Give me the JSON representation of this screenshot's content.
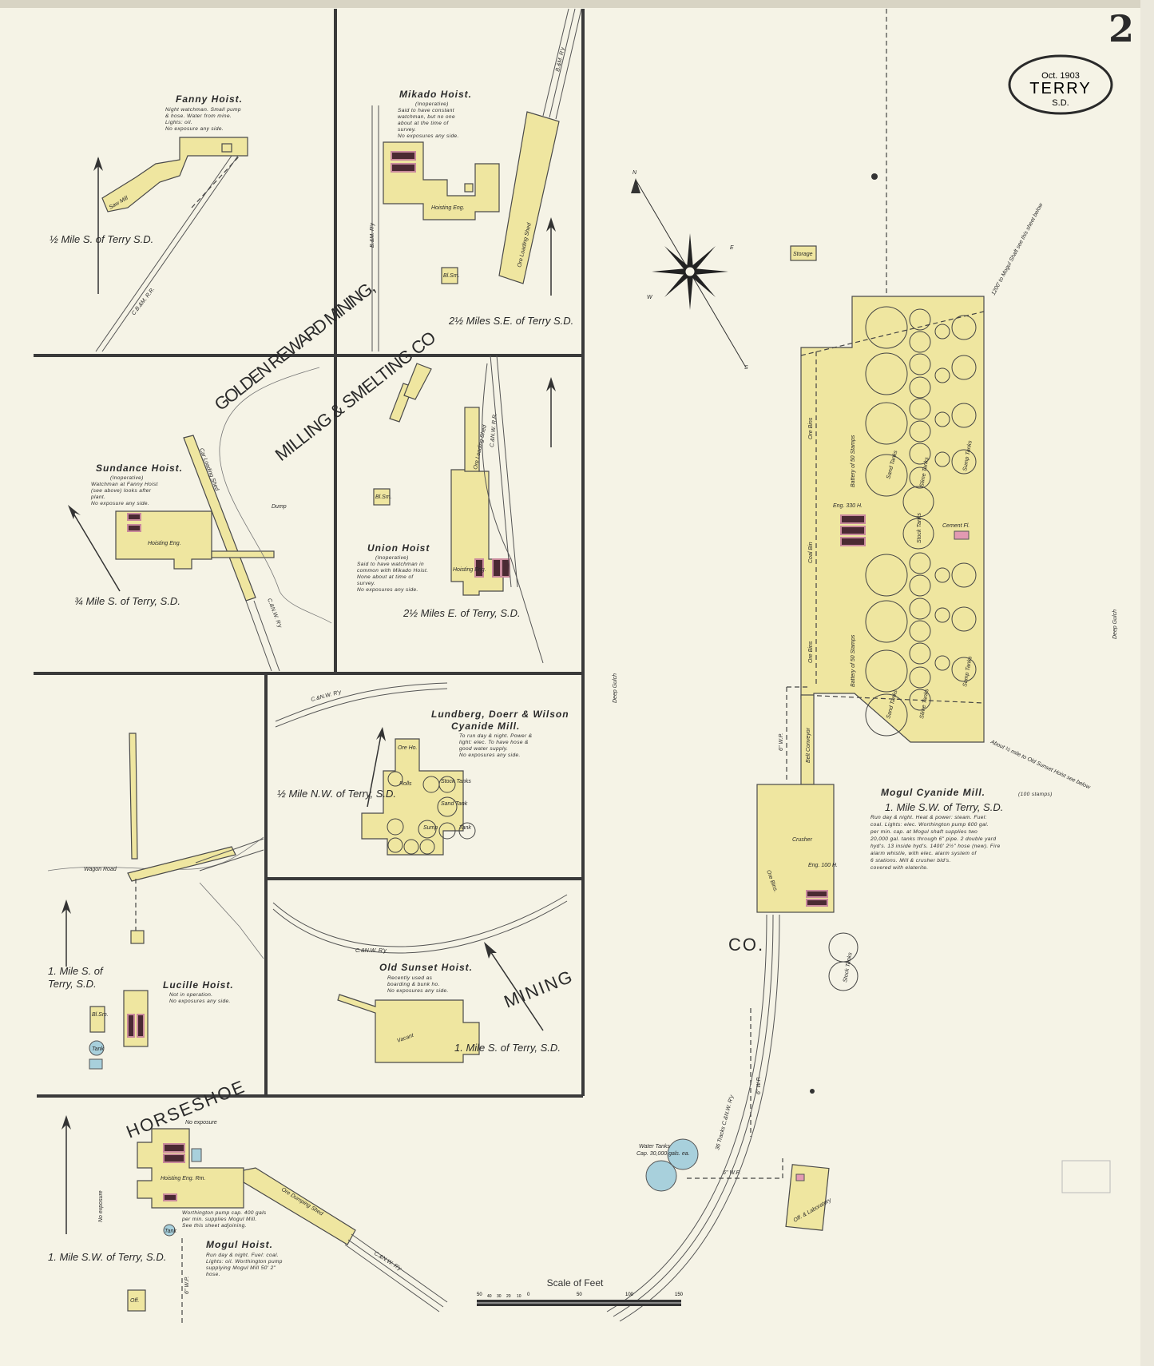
{
  "sheet": {
    "number": "2",
    "date": "Oct. 1903",
    "town": "TERRY",
    "state": "S.D."
  },
  "company_labels": {
    "golden_reward_1": "GOLDEN REWARD MINING,",
    "golden_reward_2": "MILLING & SMELTING CO",
    "horseshoe": "HORSESHOE",
    "horseshoe_mining": "MINING",
    "horseshoe_co": "CO."
  },
  "insets": [
    {
      "title": "Fanny Hoist.",
      "notes": [
        "Night watchman. Small pump",
        "& hose. Water from mine.",
        "Lights: oil.",
        "No exposure any side."
      ],
      "location": "½ Mile S. of Terry S.D.",
      "labels": [
        "Saw Mill",
        "C.B.&M. R.R."
      ]
    },
    {
      "title": "Mikado Hoist.",
      "notes": [
        "(Inoperative)",
        "Said to have constant",
        "watchman, but no one",
        "about at the time of",
        "survey.",
        "No exposures any side."
      ],
      "location": "2½ Miles S.E. of Terry S.D.",
      "labels": [
        "Ore Loading Shed",
        "B.&M. R'y",
        "Bl.Sm.",
        "Hoisting Eng."
      ]
    },
    {
      "title": "Sundance Hoist.",
      "notes": [
        "(Inoperative)",
        "Watchman at Fanny Hoist",
        "(see above) looks after",
        "plant.",
        "No exposure any side."
      ],
      "location": "¾ Mile S. of Terry, S.D.",
      "labels": [
        "Car Loading Shed",
        "Dump",
        "C.&N.W. R'y",
        "Hoisting Eng."
      ]
    },
    {
      "title": "Union Hoist",
      "notes": [
        "(Inoperative)",
        "Said to have watchman in",
        "common with Mikado Hoist.",
        "None about at time of",
        "survey.",
        "No exposures any side."
      ],
      "location": "2½ Miles E. of Terry, S.D.",
      "labels": [
        "Ore Loading Shed",
        "C.&N.W. R.R.",
        "Bl.Sm.",
        "Hoisting Eng."
      ]
    },
    {
      "title": "Lundberg, Doerr & Wilson",
      "subtitle": "Cyanide Mill.",
      "notes": [
        "To run day & night. Power &",
        "light: elec. To have hose &",
        "good water supply.",
        "No exposures any side."
      ],
      "location": "½ Mile N.W. of Terry, S.D.",
      "labels": [
        "Ore Ho.",
        "Rolls",
        "Stock Tanks",
        "Sand Tank",
        "Sump",
        "Tank",
        "C.&N.W. R'y"
      ]
    },
    {
      "title": "Lucille Hoist.",
      "notes": [
        "Not in operation.",
        "No exposures any side."
      ],
      "location_1": "1. Mile S. of",
      "location_2": "Terry, S.D.",
      "labels": [
        "Wagon Road",
        "Bl.Sm.",
        "Tank"
      ]
    },
    {
      "title": "Old Sunset Hoist.",
      "notes": [
        "Recently used as",
        "boarding & bunk ho.",
        "No exposures any side."
      ],
      "location": "1. Mile S. of Terry, S.D.",
      "labels": [
        "Vacant",
        "C.&N.W. R'y"
      ]
    },
    {
      "title": "Mogul Hoist.",
      "notes": [
        "Run day & night. Fuel: coal.",
        "Lights: oil. Worthington pump",
        "supplying Mogul Mill 50' 2\"",
        "hose."
      ],
      "location": "1. Mile S.W. of Terry, S.D.",
      "pump_note": [
        "Worthington pump cap. 400 gals",
        "per min. supplies Mogul Mill.",
        "See this sheet adjoining."
      ],
      "labels": [
        "Ore Dumping Shed",
        "No exposure",
        "No exposure",
        "Hoisting Eng. Rm.",
        "Off.",
        "C.&N.W. R'y",
        "Tank",
        "6\" W.P."
      ]
    }
  ],
  "mogul_mill": {
    "title": "Mogul Cyanide Mill.",
    "stamps": "(100 stamps)",
    "location": "1. Mile S.W. of Terry, S.D.",
    "notes": [
      "Run day & night. Heat & power: steam. Fuel:",
      "coal. Lights: elec. Worthington pump 600 gal.",
      "per min. cap. at Mogul shaft supplies two",
      "20,000 gal. tanks through 6\" pipe. 2 double yard",
      "hyd's. 13 inside hyd's. 1400' 2½\" hose (new). Fire",
      "alarm whistle, with elec. alarm system of",
      "6 stations. Mill & crusher bld's.",
      "covered with elaterite."
    ],
    "labels": [
      "Ore Bins",
      "Coal Bin",
      "Ore Bins",
      "Battery of 50 Stamps",
      "Battery of 50 Stamps",
      "Sand Tanks",
      "Slime Tanks",
      "Sump Tanks",
      "Stock Tanks",
      "Sand Tanks",
      "Slime Tanks",
      "Sump Tanks",
      "Belt Conveyor",
      "Ore Bins.",
      "Crusher",
      "Eng. 100 H.",
      "Eng. 330 H.",
      "Cement Fl.",
      "Storage",
      "Off. & Laboratory",
      "Water Tanks",
      "Cap. 30,000 gals. ea.",
      "Stock Tanks",
      "6\" W.P.",
      "6\" W.P.",
      "6\" W.P.",
      "Deep Gulch",
      "Deep Gulch",
      "About ½ mile to Old Sunset Hoist see below",
      "1200' to Mogul Shaft see this sheet below",
      "36 Tracks C.&N.W. R'y"
    ]
  },
  "compass": {
    "labels": [
      "N",
      "E",
      "W",
      "S"
    ]
  },
  "scale": {
    "title": "Scale of Feet",
    "ticks": [
      "50",
      "40",
      "30",
      "20",
      "10",
      "0",
      "50",
      "100",
      "150"
    ]
  },
  "colors": {
    "paper": "#f5f3e6",
    "building": "#efe6a0",
    "boiler": "#4b2a33",
    "tank_blue": "#a8d0dc"
  }
}
